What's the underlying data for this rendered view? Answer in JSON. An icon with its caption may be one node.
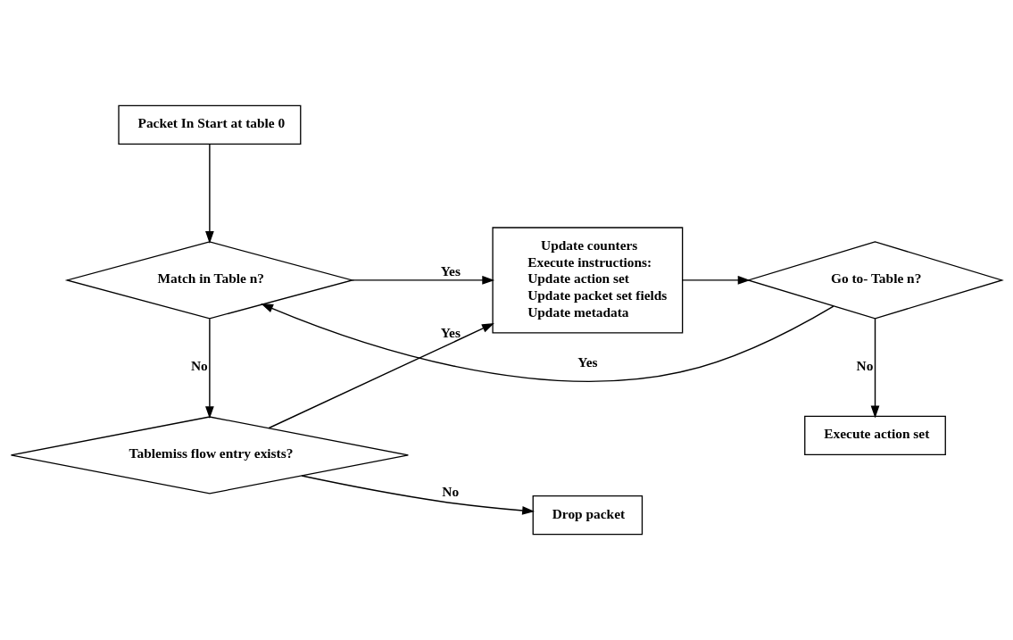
{
  "diagram": {
    "nodes": [
      {
        "text": [
          "Packet In Start at table 0"
        ]
      },
      {
        "text": [
          "Match in Table n?"
        ]
      },
      {
        "text": [
          "Update counters",
          "Execute instructions:",
          "Update action set",
          "Update packet set fields",
          "Update metadata"
        ]
      },
      {
        "text": [
          "Go to- Table n?"
        ]
      },
      {
        "text": [
          "Tablemiss flow entry exists?"
        ]
      },
      {
        "text": [
          "Execute action set"
        ]
      },
      {
        "text": [
          "Drop packet"
        ]
      }
    ],
    "edges": [
      {
        "from": 0,
        "to": 1,
        "arrow": "to"
      },
      {
        "from": 1,
        "to": 2,
        "arrow": "to",
        "label": "Yes"
      },
      {
        "from": 2,
        "to": 3,
        "arrow": "to"
      },
      {
        "from": 3,
        "to": 1,
        "arrow": "to",
        "label": "Yes"
      },
      {
        "from": 1,
        "to": 4,
        "arrow": "to",
        "label": "No"
      },
      {
        "from": 4,
        "to": 2,
        "arrow": "to",
        "label": "Yes"
      },
      {
        "from": 3,
        "to": 5,
        "arrow": "to",
        "label": "No"
      },
      {
        "from": 4,
        "to": 6,
        "arrow": "to",
        "label": "No"
      }
    ]
  }
}
